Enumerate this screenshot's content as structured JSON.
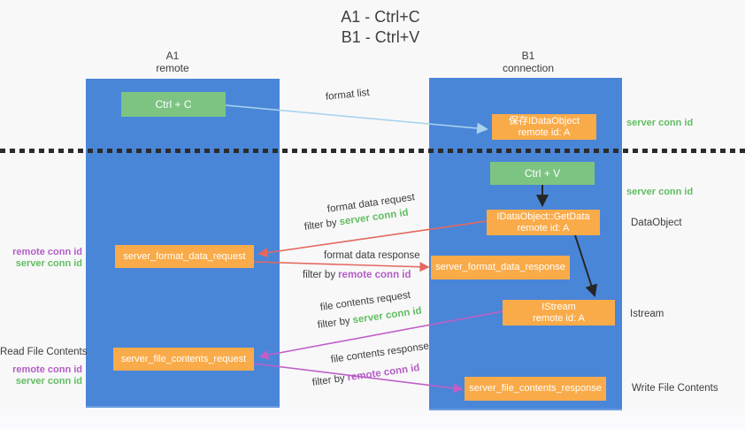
{
  "title": {
    "line1": "A1 - Ctrl+C",
    "line2": "B1 - Ctrl+V"
  },
  "lanes": {
    "a1": {
      "name": "A1",
      "role": "remote"
    },
    "b1": {
      "name": "B1",
      "role": "connection"
    }
  },
  "nodes": {
    "ctrl_c": {
      "label": "Ctrl + C"
    },
    "ctrl_v": {
      "label": "Ctrl + V"
    },
    "save_dataobject": {
      "line1": "保存IDataObject",
      "line2": "remote id: A"
    },
    "getdata": {
      "line1": "IDataObject::GetData",
      "line2": "remote id: A"
    },
    "istream": {
      "line1": "IStream",
      "line2": "remote id: A"
    },
    "format_request": {
      "label": "server_format_data_request"
    },
    "format_response": {
      "label": "server_format_data_response"
    },
    "file_request": {
      "label": "server_file_contents_request"
    },
    "file_response": {
      "label": "server_file_contents_response"
    }
  },
  "arrow_labels": {
    "format_list": "format list",
    "format_data_request": "format data request",
    "format_data_response": "format data response",
    "file_contents_request": "file contents request",
    "file_contents_response": "file contents response",
    "filter_by": "filter by",
    "server_conn_id": "server conn id",
    "remote_conn_id": "remote conn id"
  },
  "side_labels": {
    "right_server_conn_top": "server conn id",
    "right_server_conn_mid": "server conn id",
    "right_dataobject": "DataObject",
    "right_istream": "Istream",
    "right_write_file": "Write File Contents",
    "left_remote_conn_1": "remote conn id",
    "left_server_conn_1": "server conn id",
    "left_read_file": "Read File Contents",
    "left_remote_conn_2": "remote conn id",
    "left_server_conn_2": "server conn id"
  },
  "colors": {
    "lane_blue": "#4a86d8",
    "node_green": "#7dc482",
    "node_orange": "#f9ab49",
    "accent_green": "#62bd63",
    "accent_purple": "#b35ec6",
    "arrow_red": "#e4685f",
    "arrow_purple": "#c05fc7",
    "arrow_lightblue": "#a9d2ee",
    "arrow_black": "#262626",
    "background": "#f8f8f8"
  }
}
